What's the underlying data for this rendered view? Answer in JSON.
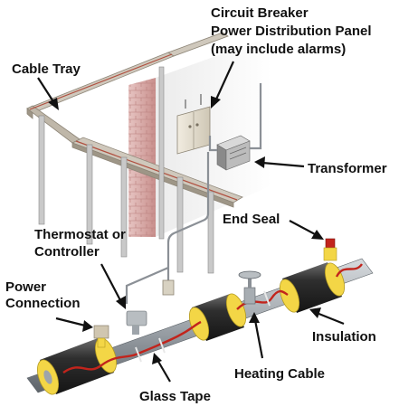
{
  "labels": {
    "circuit_breaker": [
      "Circuit Breaker",
      "Power Distribution Panel",
      "(may include alarms)"
    ],
    "cable_tray": "Cable Tray",
    "transformer": "Transformer",
    "end_seal": "End Seal",
    "thermostat": [
      "Thermostat or",
      "Controller"
    ],
    "power_connection": [
      "Power",
      "Connection"
    ],
    "insulation": "Insulation",
    "heating_cable": "Heating Cable",
    "glass_tape": "Glass Tape"
  },
  "colors": {
    "insulation_jacket": "#2f2f2f",
    "insulation_end": "#f3d646",
    "heating_cable": "#c2241c",
    "pipe": "#9ea4aa",
    "brick_wall": "#d8a6a4",
    "tray": "#b9b2a6",
    "arrow": "#111111"
  }
}
